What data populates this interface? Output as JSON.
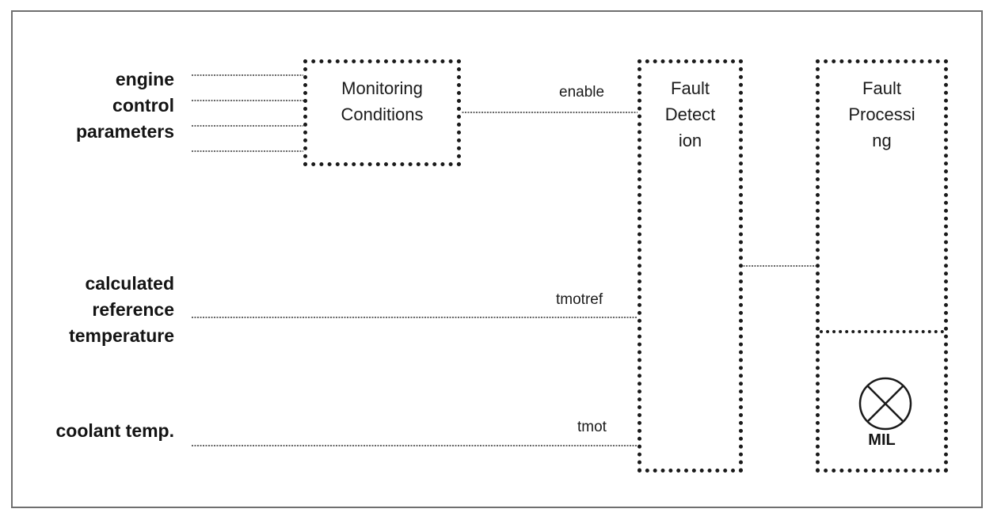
{
  "inputs": {
    "engine_control": [
      "engine",
      "control",
      "parameters"
    ],
    "reference_temperature": [
      "calculated",
      "reference",
      "temperature"
    ],
    "coolant": "coolant temp."
  },
  "signals": {
    "enable": "enable",
    "tmotref": "tmotref",
    "tmot": "tmot"
  },
  "blocks": {
    "monitoring": [
      "Monitoring",
      "Conditions"
    ],
    "fault_detection": [
      "Fault",
      "Detect",
      "ion"
    ],
    "fault_processing": [
      "Fault",
      "Processi",
      "ng"
    ],
    "mil": {
      "label": "MIL",
      "icon": "indicator-lamp-icon"
    }
  }
}
